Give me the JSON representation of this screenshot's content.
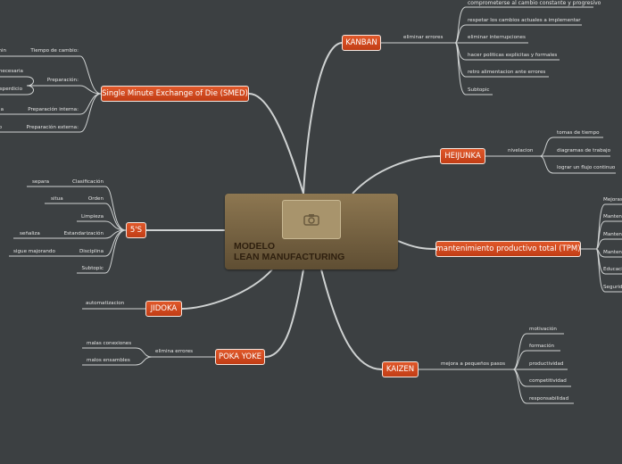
{
  "central": {
    "line1": "MODELO",
    "line2": "LEAN MANUFACTURING",
    "icon": "camera-icon"
  },
  "kanban": {
    "label": "KANBAN",
    "sub": "eliminar errores",
    "children": [
      "comprometerse al cambio constante y progresivo",
      "respetar los cambios actuales a implementar",
      "eliminar interrupciones",
      "hacer politicas explicitas y formales",
      "retro alimentacion ante errores",
      "Subtopic"
    ]
  },
  "smed": {
    "label": "Single Minute Exchange of Die (SMED)",
    "items": [
      "Tiempo de cambio:",
      "Preparación:",
      "Preparación interna:",
      "Preparación externa:"
    ],
    "leaves": [
      "min",
      "necesaria",
      "sperdicio",
      "a",
      "o"
    ]
  },
  "heijunka": {
    "label": "HEIJUNKA",
    "sub": "nivelacion",
    "children": [
      "tomas de tiempo",
      "diagramas de trabajo",
      "lograr un flujo continuo"
    ]
  },
  "ss": {
    "label": "5'S",
    "items": [
      "Clasificación",
      "Orden",
      "Limpieza",
      "Estandarización",
      "Disciplina",
      "Subtopic"
    ],
    "leaves": [
      "separa",
      "situa",
      "señaliza",
      "sigue majorando"
    ]
  },
  "tpm": {
    "label": "mantenimiento productivo total (TPM)",
    "children": [
      "Mejoras",
      "Manten",
      "Manten",
      "Manten",
      "Educaci",
      "Segurid"
    ]
  },
  "jidoka": {
    "label": "JIDOKA",
    "sub": "automatizacion"
  },
  "pokayoke": {
    "label": "POKA YOKE",
    "sub": "elimina errores",
    "children": [
      "malas conexiones",
      "malos ensambles"
    ]
  },
  "kaizen": {
    "label": "KAIZEN",
    "sub": "mejora a pequeños pasos",
    "children": [
      "motivación",
      "formación",
      "productividad",
      "competitividad",
      "responsabilidad"
    ]
  }
}
